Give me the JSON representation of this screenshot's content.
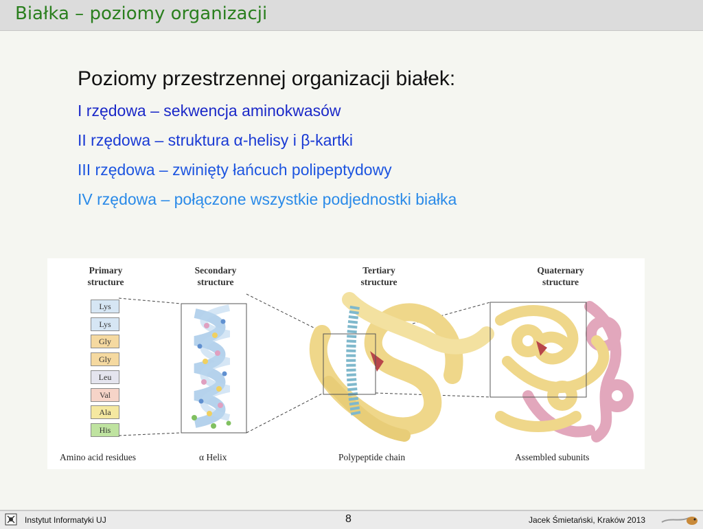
{
  "slide": {
    "title": "Białka – poziomy organizacji",
    "heading": "Poziomy przestrzennej organizacji białek:",
    "levels": [
      "I rzędowa – sekwencja aminokwasów",
      "II rzędowa – struktura α-helisy i β-kartki",
      "III rzędowa – zwinięty łańcuch polipeptydowy",
      "IV rzędowa – połączone wszystkie podjednostki białka"
    ]
  },
  "figure": {
    "headers": {
      "primary_1": "Primary",
      "primary_2": "structure",
      "secondary_1": "Secondary",
      "secondary_2": "structure",
      "tertiary_1": "Tertiary",
      "tertiary_2": "structure",
      "quaternary_1": "Quaternary",
      "quaternary_2": "structure"
    },
    "residues": [
      "Lys",
      "Lys",
      "Gly",
      "Gly",
      "Leu",
      "Val",
      "Ala",
      "His"
    ],
    "residue_colors": [
      "#d6e6f4",
      "#d6e6f4",
      "#f5d9a0",
      "#f5d9a0",
      "#e4e4ee",
      "#f6d4c8",
      "#f5e8a0",
      "#bfe3a0"
    ],
    "captions": {
      "primary": "Amino acid residues",
      "secondary": "α Helix",
      "tertiary": "Polypeptide chain",
      "quaternary": "Assembled subunits"
    }
  },
  "footer": {
    "institute": "Instytut Informatyki UJ",
    "page": "8",
    "author": "Jacek Śmietański, Kraków 2013"
  },
  "colors": {
    "title": "#2a7f1e",
    "level_1": "#1a28c8",
    "level_2": "#1a3ad4",
    "level_3": "#1d55e0",
    "level_4": "#2a8ae8"
  }
}
